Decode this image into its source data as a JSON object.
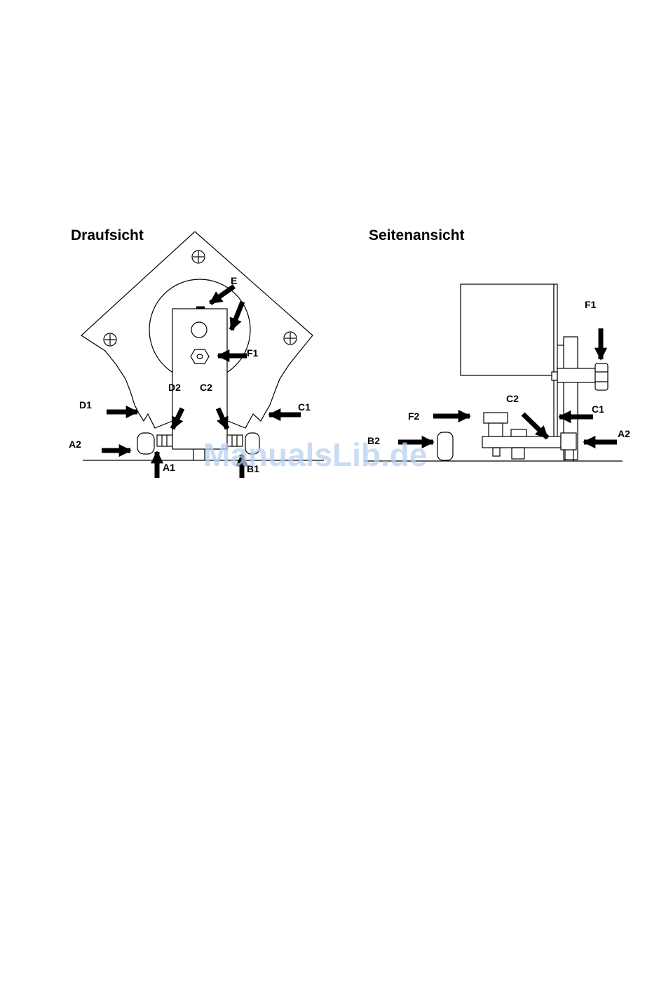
{
  "views": {
    "top": {
      "title": "Draufsicht"
    },
    "side": {
      "title": "Seitenansicht"
    }
  },
  "labels": {
    "top_E": "E",
    "top_F1": "F1",
    "top_D2": "D2",
    "top_C2": "C2",
    "top_D1": "D1",
    "top_C1": "C1",
    "top_A2": "A2",
    "top_A1": "A1",
    "top_B1": "B1",
    "side_F1": "F1",
    "side_C2": "C2",
    "side_C1": "C1",
    "side_F2": "F2",
    "side_A2": "A2",
    "side_B2": "B2"
  },
  "watermark": "ManualsLib.de"
}
